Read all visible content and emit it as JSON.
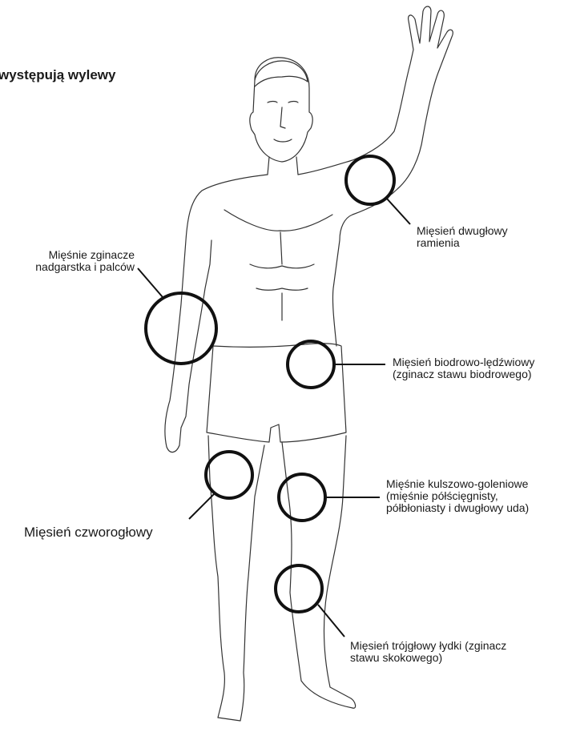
{
  "heading": "występują wylewy",
  "labels": {
    "biceps": [
      "Mięsień dwugłowy",
      "ramienia"
    ],
    "forearm": [
      "Mięśnie zginacze",
      "nadgarstka i palców"
    ],
    "iliopsoas": [
      "Mięsień biodrowo-lędźwiowy",
      "(zginacz stawu biodrowego)"
    ],
    "hamstrings": [
      "Mięśnie kulszowo-goleniowe",
      "(mięśnie półścięgnisty,",
      "półbłoniasty i dwugłowy uda)"
    ],
    "quadriceps": [
      "Mięsień czworogłowy"
    ],
    "calf": [
      "Mięsień trójgłowy łydki (zginacz",
      "stawu skokowego)"
    ]
  },
  "colors": {
    "outline": "#333333",
    "marker": "#111111",
    "text": "#1a1a1a"
  }
}
